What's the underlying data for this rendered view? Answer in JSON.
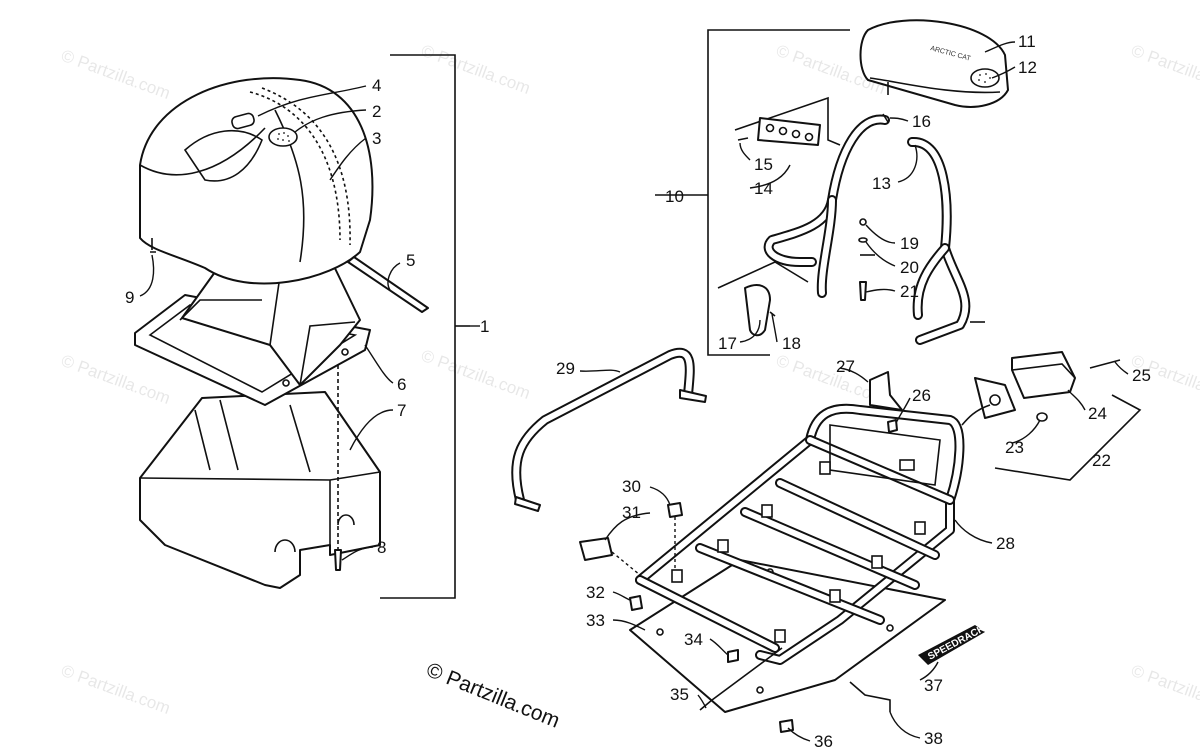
{
  "watermark_text": "© Partzilla.com",
  "copyright_text": "© Partzilla.com",
  "decals": {
    "seat_back_logo": "ARCTIC CAT",
    "rack_label": "SPEEDRACK"
  },
  "callouts": [
    "1",
    "2",
    "3",
    "4",
    "5",
    "6",
    "7",
    "8",
    "9",
    "10",
    "11",
    "12",
    "13",
    "14",
    "15",
    "16",
    "17",
    "18",
    "19",
    "20",
    "21",
    "22",
    "23",
    "24",
    "25",
    "26",
    "27",
    "28",
    "29",
    "30",
    "31",
    "32",
    "33",
    "34",
    "35",
    "36",
    "37",
    "38"
  ],
  "colors": {
    "line": "#111111",
    "background": "#ffffff"
  }
}
